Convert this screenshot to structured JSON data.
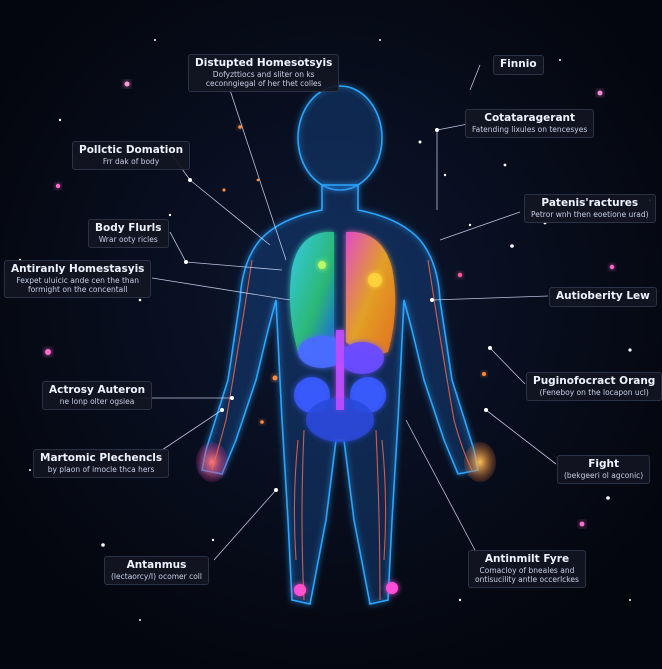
{
  "labels": {
    "disrupted": {
      "title": "Distupted Homesotsyis",
      "sub1": "Dofyzttiocs and sliter on ks",
      "sub2": "ceconngiegal of her thet colles"
    },
    "finio": {
      "title": "Finnio"
    },
    "politic": {
      "title": "Pollctic Domation",
      "sub1": "Frr dak of body"
    },
    "cotar": {
      "title": "Cotataragerant",
      "sub1": "Fatending lixules on tencesyes"
    },
    "bodyfluids": {
      "title": "Body Flurls",
      "sub1": "Wrar ooty ricles"
    },
    "patenis": {
      "title": "Patenis'ractures",
      "sub1": "Petror wnh then eoetione urad)"
    },
    "antiranly": {
      "title": "Antiranly Homestasyis",
      "sub1": "Fexpet uluicic ande cen the than",
      "sub2": "formight on the concentall"
    },
    "autioberity": {
      "title": "Autioberity Lew"
    },
    "actrosy": {
      "title": "Actrosy Auteron",
      "sub1": "ne lonp olter ogsiea"
    },
    "pugino": {
      "title": "Puginofocract Orang",
      "sub1": "(Feneboy on the locapon ucl)"
    },
    "martomic": {
      "title": "Martomic Plechencls",
      "sub1": "by plaon of imocle thca hers"
    },
    "fight": {
      "title": "Fight",
      "sub1": "(bekgeeri ol agconic)"
    },
    "antanmus": {
      "title": "Antanmus",
      "sub1": "(lectaorcy/I) ocomer coll"
    },
    "antinmilt": {
      "title": "Antinmilt Fyre",
      "sub1": "Comacloy of bneales and",
      "sub2": "ontisucility antle occerlckes"
    }
  },
  "colors": {
    "background": "#05070f",
    "body_glow": "#2aa6ff",
    "lung_left": "#33e0ff",
    "lung_right": "#ffb020",
    "digestive": "#4a6bff",
    "accent_pink": "#ff3fbf"
  }
}
